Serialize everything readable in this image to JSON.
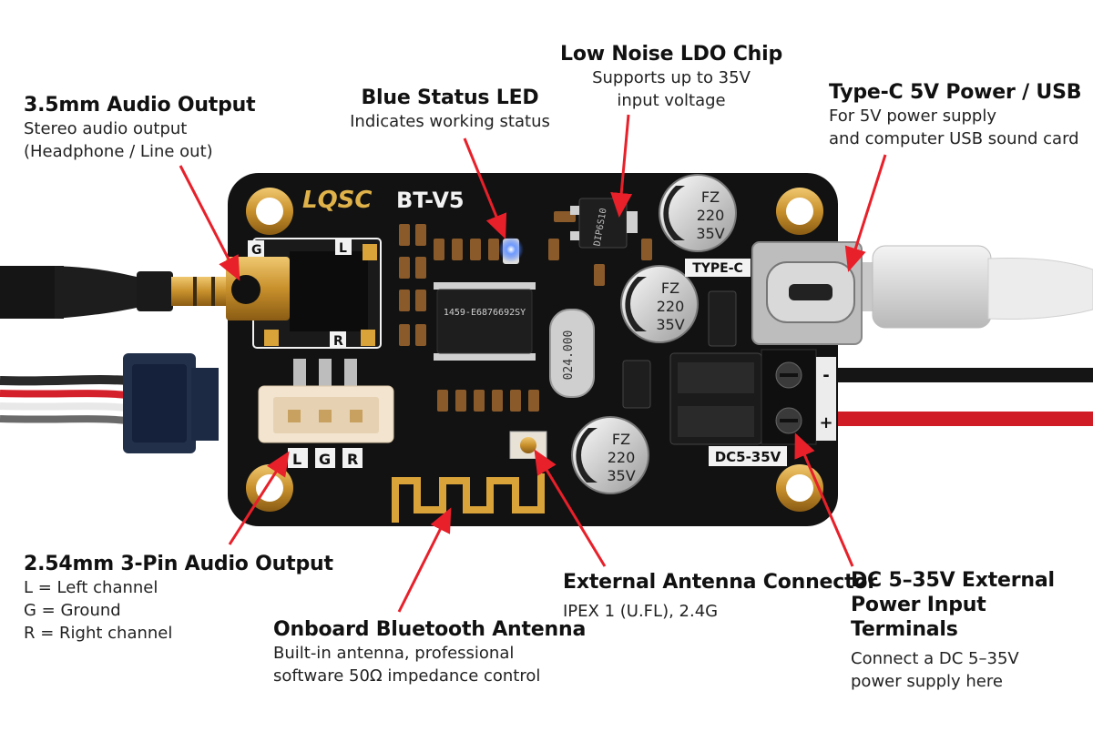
{
  "board": {
    "brand": "LQSC",
    "model": "BT-V5",
    "chip_marking": "1459-E6876692SY",
    "crystal_marking": "024.000",
    "ldo_marking": "DIP6S10",
    "cap_marking": [
      "FZ",
      "220",
      "35V"
    ],
    "typec_label": "TYPE-C",
    "dc_label": "DC5-35V",
    "terminal_minus": "-",
    "terminal_plus": "+",
    "jack_pins": {
      "g": "G",
      "l": "L",
      "r": "R"
    },
    "header_pins": [
      "L",
      "G",
      "R"
    ]
  },
  "labels": {
    "audio_out": {
      "title": "3.5mm Audio Output",
      "lines": [
        "Stereo audio output",
        "(Headphone / Line out)"
      ]
    },
    "blue_led": {
      "title": "Blue Status LED",
      "lines": [
        "Indicates working status"
      ]
    },
    "ldo": {
      "title": "Low Noise LDO Chip",
      "lines": [
        "Supports up to 35V",
        "input voltage"
      ]
    },
    "typec": {
      "title": "Type-C 5V Power / USB",
      "lines": [
        "For 5V power supply",
        "and computer USB sound card"
      ]
    },
    "pin_out": {
      "title": "2.54mm 3-Pin Audio Output",
      "lines": [
        "L = Left channel",
        "G = Ground",
        "R = Right channel"
      ]
    },
    "antenna": {
      "title": "Onboard Bluetooth Antenna",
      "lines": [
        "Built-in antenna, professional",
        "software 50Ω impedance control"
      ]
    },
    "ext_antenna": {
      "title": "External Antenna Connector",
      "lines": [
        "IPEX 1 (U.FL), 2.4G"
      ]
    },
    "dc_input": {
      "title": "DC 5–35V External",
      "title2": "Power Input Terminals",
      "lines": [
        "Connect a DC 5–35V",
        "power supply here"
      ]
    }
  },
  "colors": {
    "pcb": "#121212",
    "silk": "#f2f2f2",
    "gold": "#d9a33a",
    "arrow": "#e8202a",
    "led": "#2f6bff"
  }
}
